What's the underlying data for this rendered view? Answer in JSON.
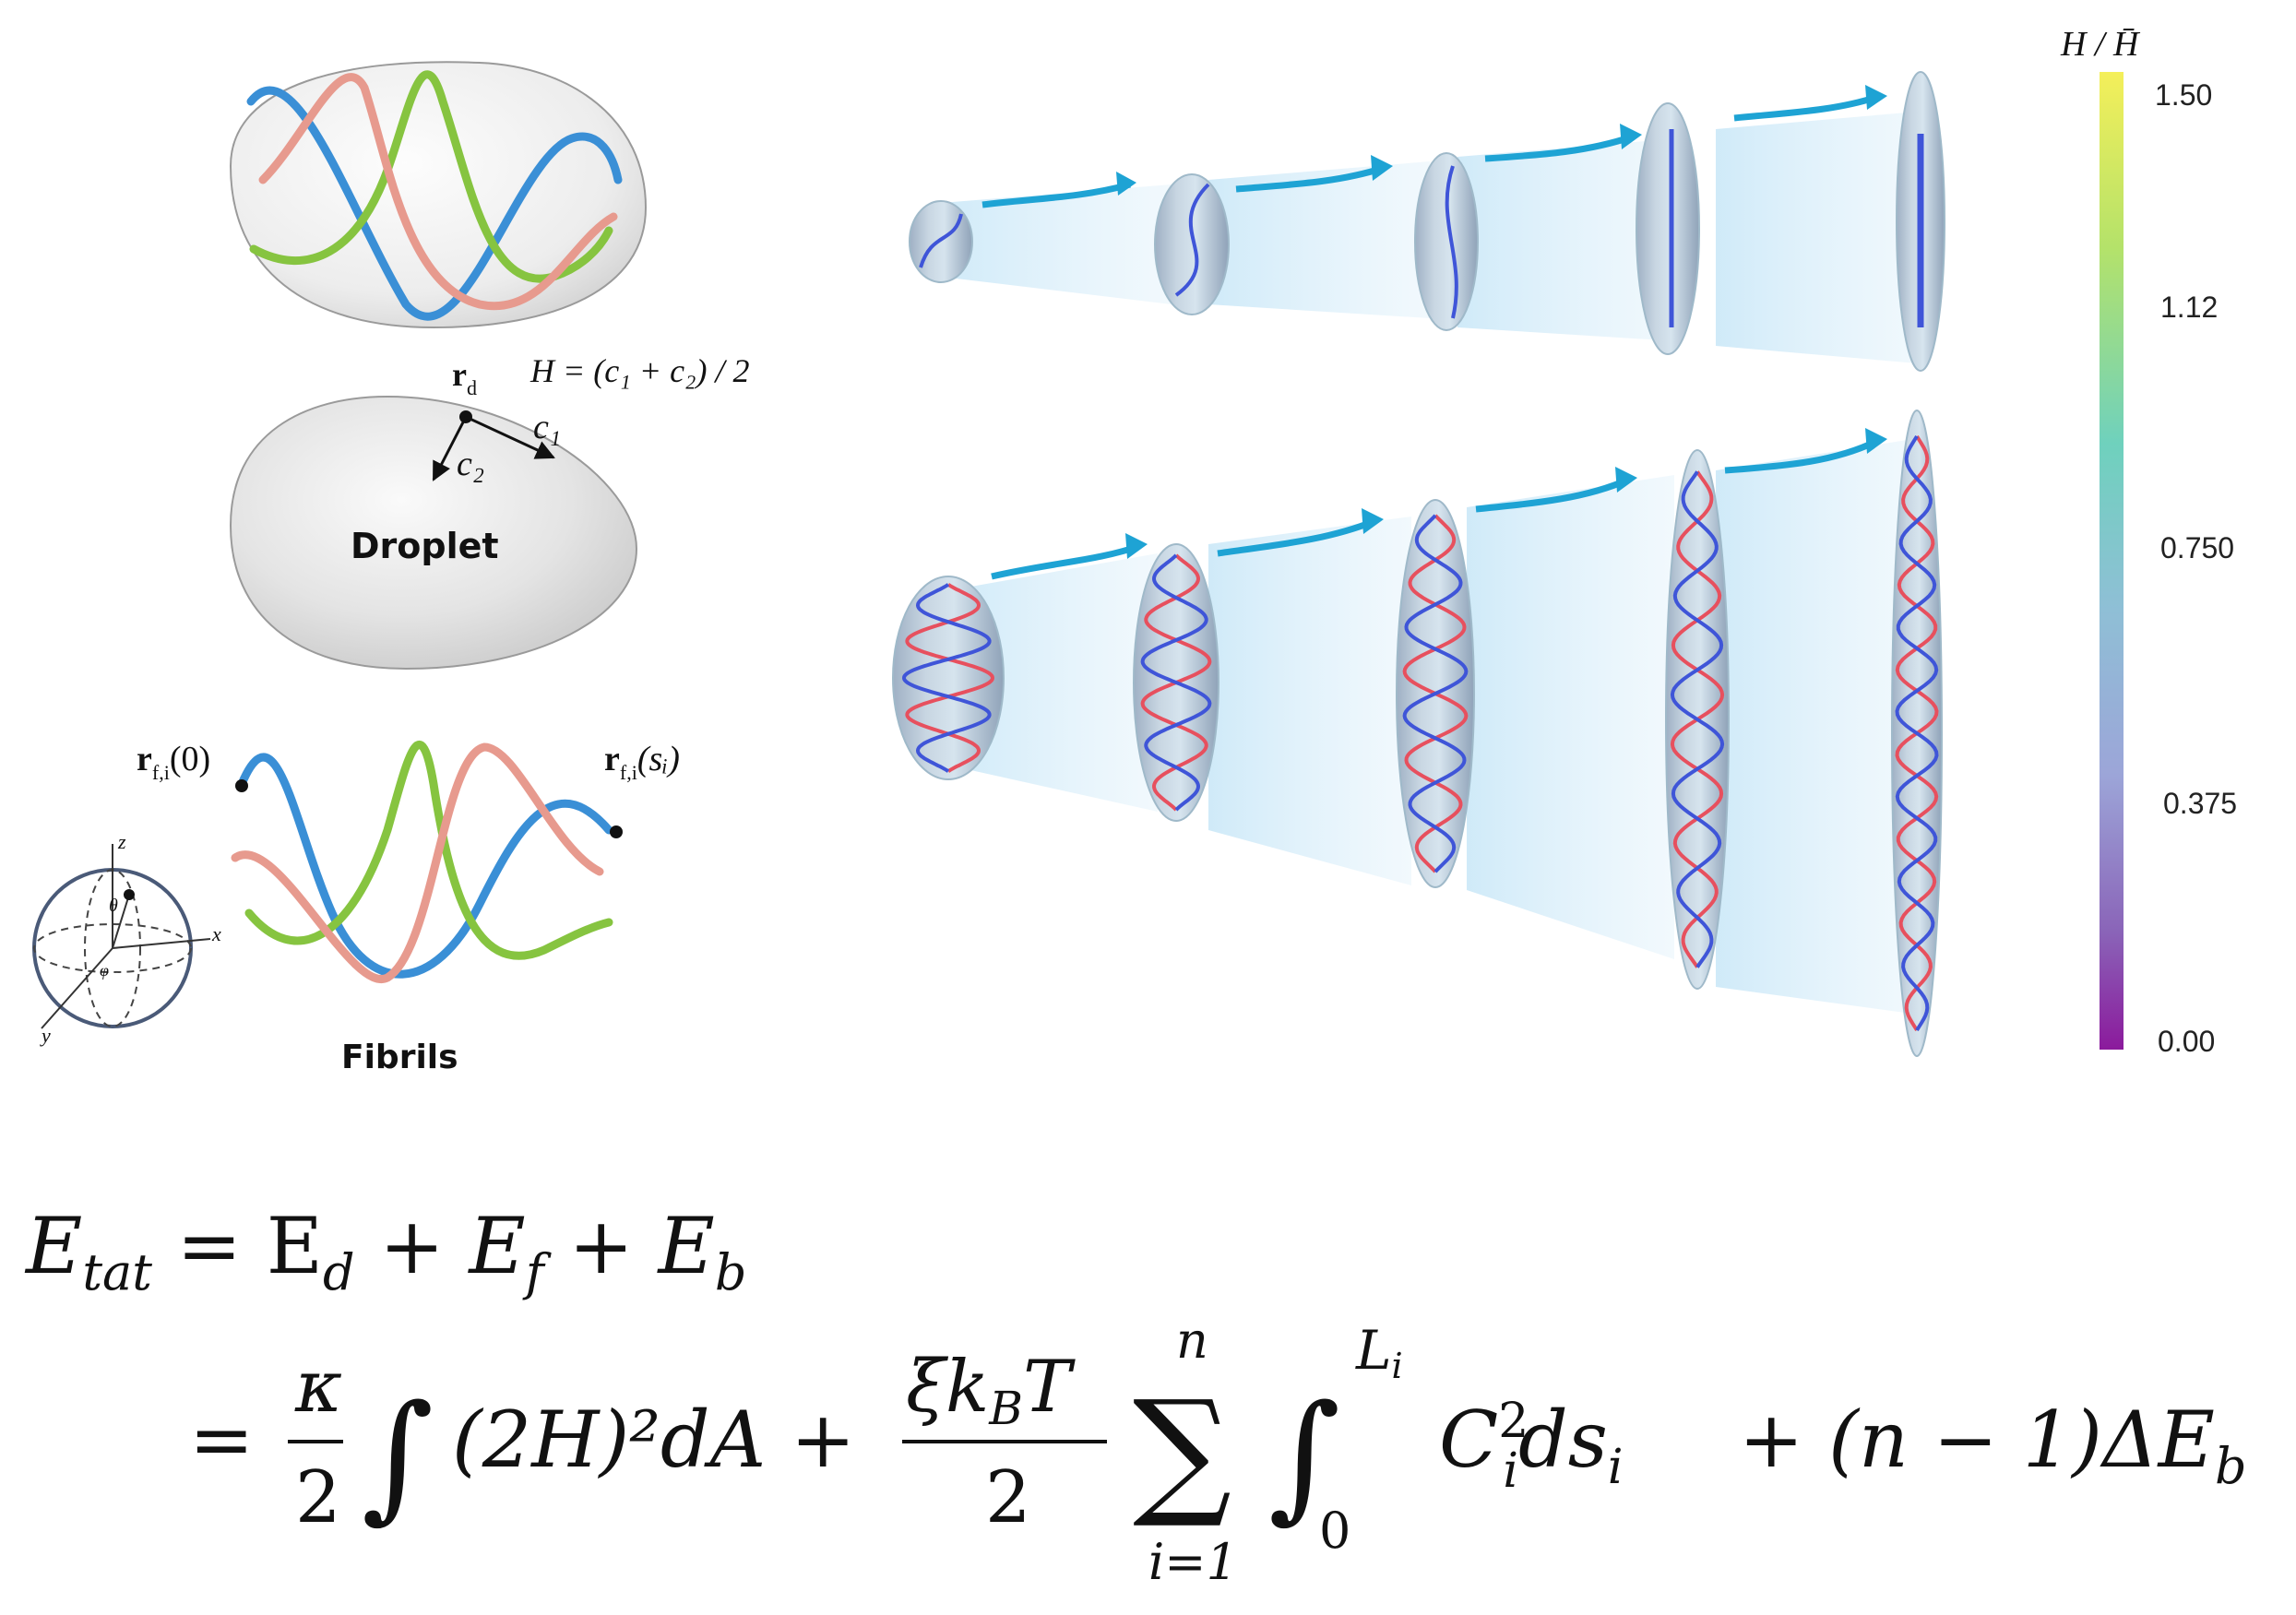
{
  "labels": {
    "droplet": "Droplet",
    "fibrils": "Fibrils",
    "r_d_main": "r",
    "r_d_sub": "d",
    "mean_curvature": "H = (c₁ + c₂) / 2",
    "c1": "c₁",
    "c2": "c₂",
    "r_start_main": "r",
    "r_start_sub": "f,i",
    "r_start_arg": "(0)",
    "r_end_main": "r",
    "r_end_sub": "f,i",
    "r_end_arg": "(sᵢ)",
    "axis_x": "x",
    "axis_y": "y",
    "axis_z": "z",
    "angle_theta": "θ",
    "angle_phi": "φ"
  },
  "colorbar": {
    "title": "H / H̄",
    "ticks": [
      "1.50",
      "1.12",
      "0.750",
      "0.375",
      "0.00"
    ],
    "colors": [
      "#f4ef5a",
      "#9fdf6e",
      "#6fd1bd",
      "#8fbfd6",
      "#9ca5d8",
      "#8a64b8",
      "#8b1a9c"
    ]
  },
  "equation": {
    "line1_lhs": "E",
    "line1_lhs_sub": "tat",
    "line1_rhs": "= E",
    "line1_t1_sub": "d",
    "line1_plus1": "+ E",
    "line1_t2_sub": "f",
    "line1_plus2": "+ E",
    "line1_t3_sub": "b",
    "eq2": "=",
    "kappa": "κ",
    "two": "2",
    "integral": "∫",
    "term1": "(2H)²dA +",
    "xi_kbt": "ξk",
    "xi_kbt_sub": "B",
    "xi_T": "T",
    "sum": "∑",
    "sum_top": "n",
    "sum_bot": "i=1",
    "int_top": "L",
    "int_top_sub": "i",
    "int_bot": "0",
    "term2": "C",
    "term2_sup": "2",
    "term2_sub": "i",
    "term2_rest": "ds",
    "term2_rest_sub": "i",
    "term3": "+ (n − 1)ΔE",
    "term3_sub": "b"
  },
  "colors": {
    "fibril_blue": "#3a8fd6",
    "fibril_green": "#86c440",
    "fibril_pink": "#e79a8e",
    "helix_red": "#e7505e",
    "helix_blue": "#3f55d8",
    "arrow": "#1ea3d4",
    "droplet_fill": "#e6e6e6"
  }
}
